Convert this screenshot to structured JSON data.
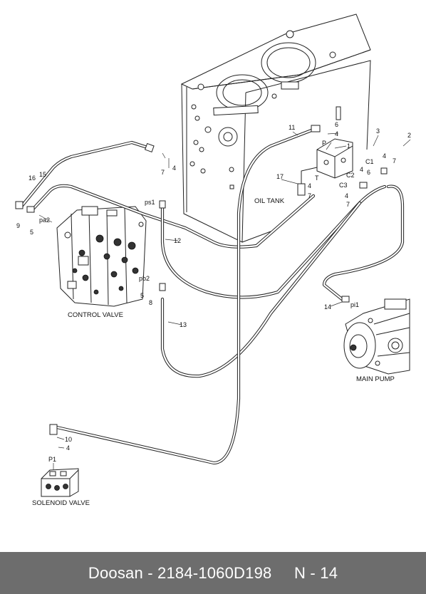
{
  "diagram": {
    "assemblies": {
      "oil_tank": "OIL TANK",
      "control_valve": "CONTROL VALVE",
      "main_pump": "MAIN PUMP",
      "solenoid_valve": "SOLENOID VALVE"
    },
    "callouts": [
      "1",
      "2",
      "3",
      "4",
      "5",
      "6",
      "7",
      "8",
      "9",
      "10",
      "11",
      "12",
      "13",
      "14",
      "15",
      "16",
      "17"
    ],
    "port_labels": [
      "P",
      "T",
      "C1",
      "C2",
      "C3",
      "pa2",
      "ps1",
      "pb2",
      "pi1",
      "P1"
    ]
  },
  "footer": {
    "brand": "Doosan",
    "separator": " - ",
    "part_number": "2184-1060D198",
    "page_ref": "N - 14"
  }
}
